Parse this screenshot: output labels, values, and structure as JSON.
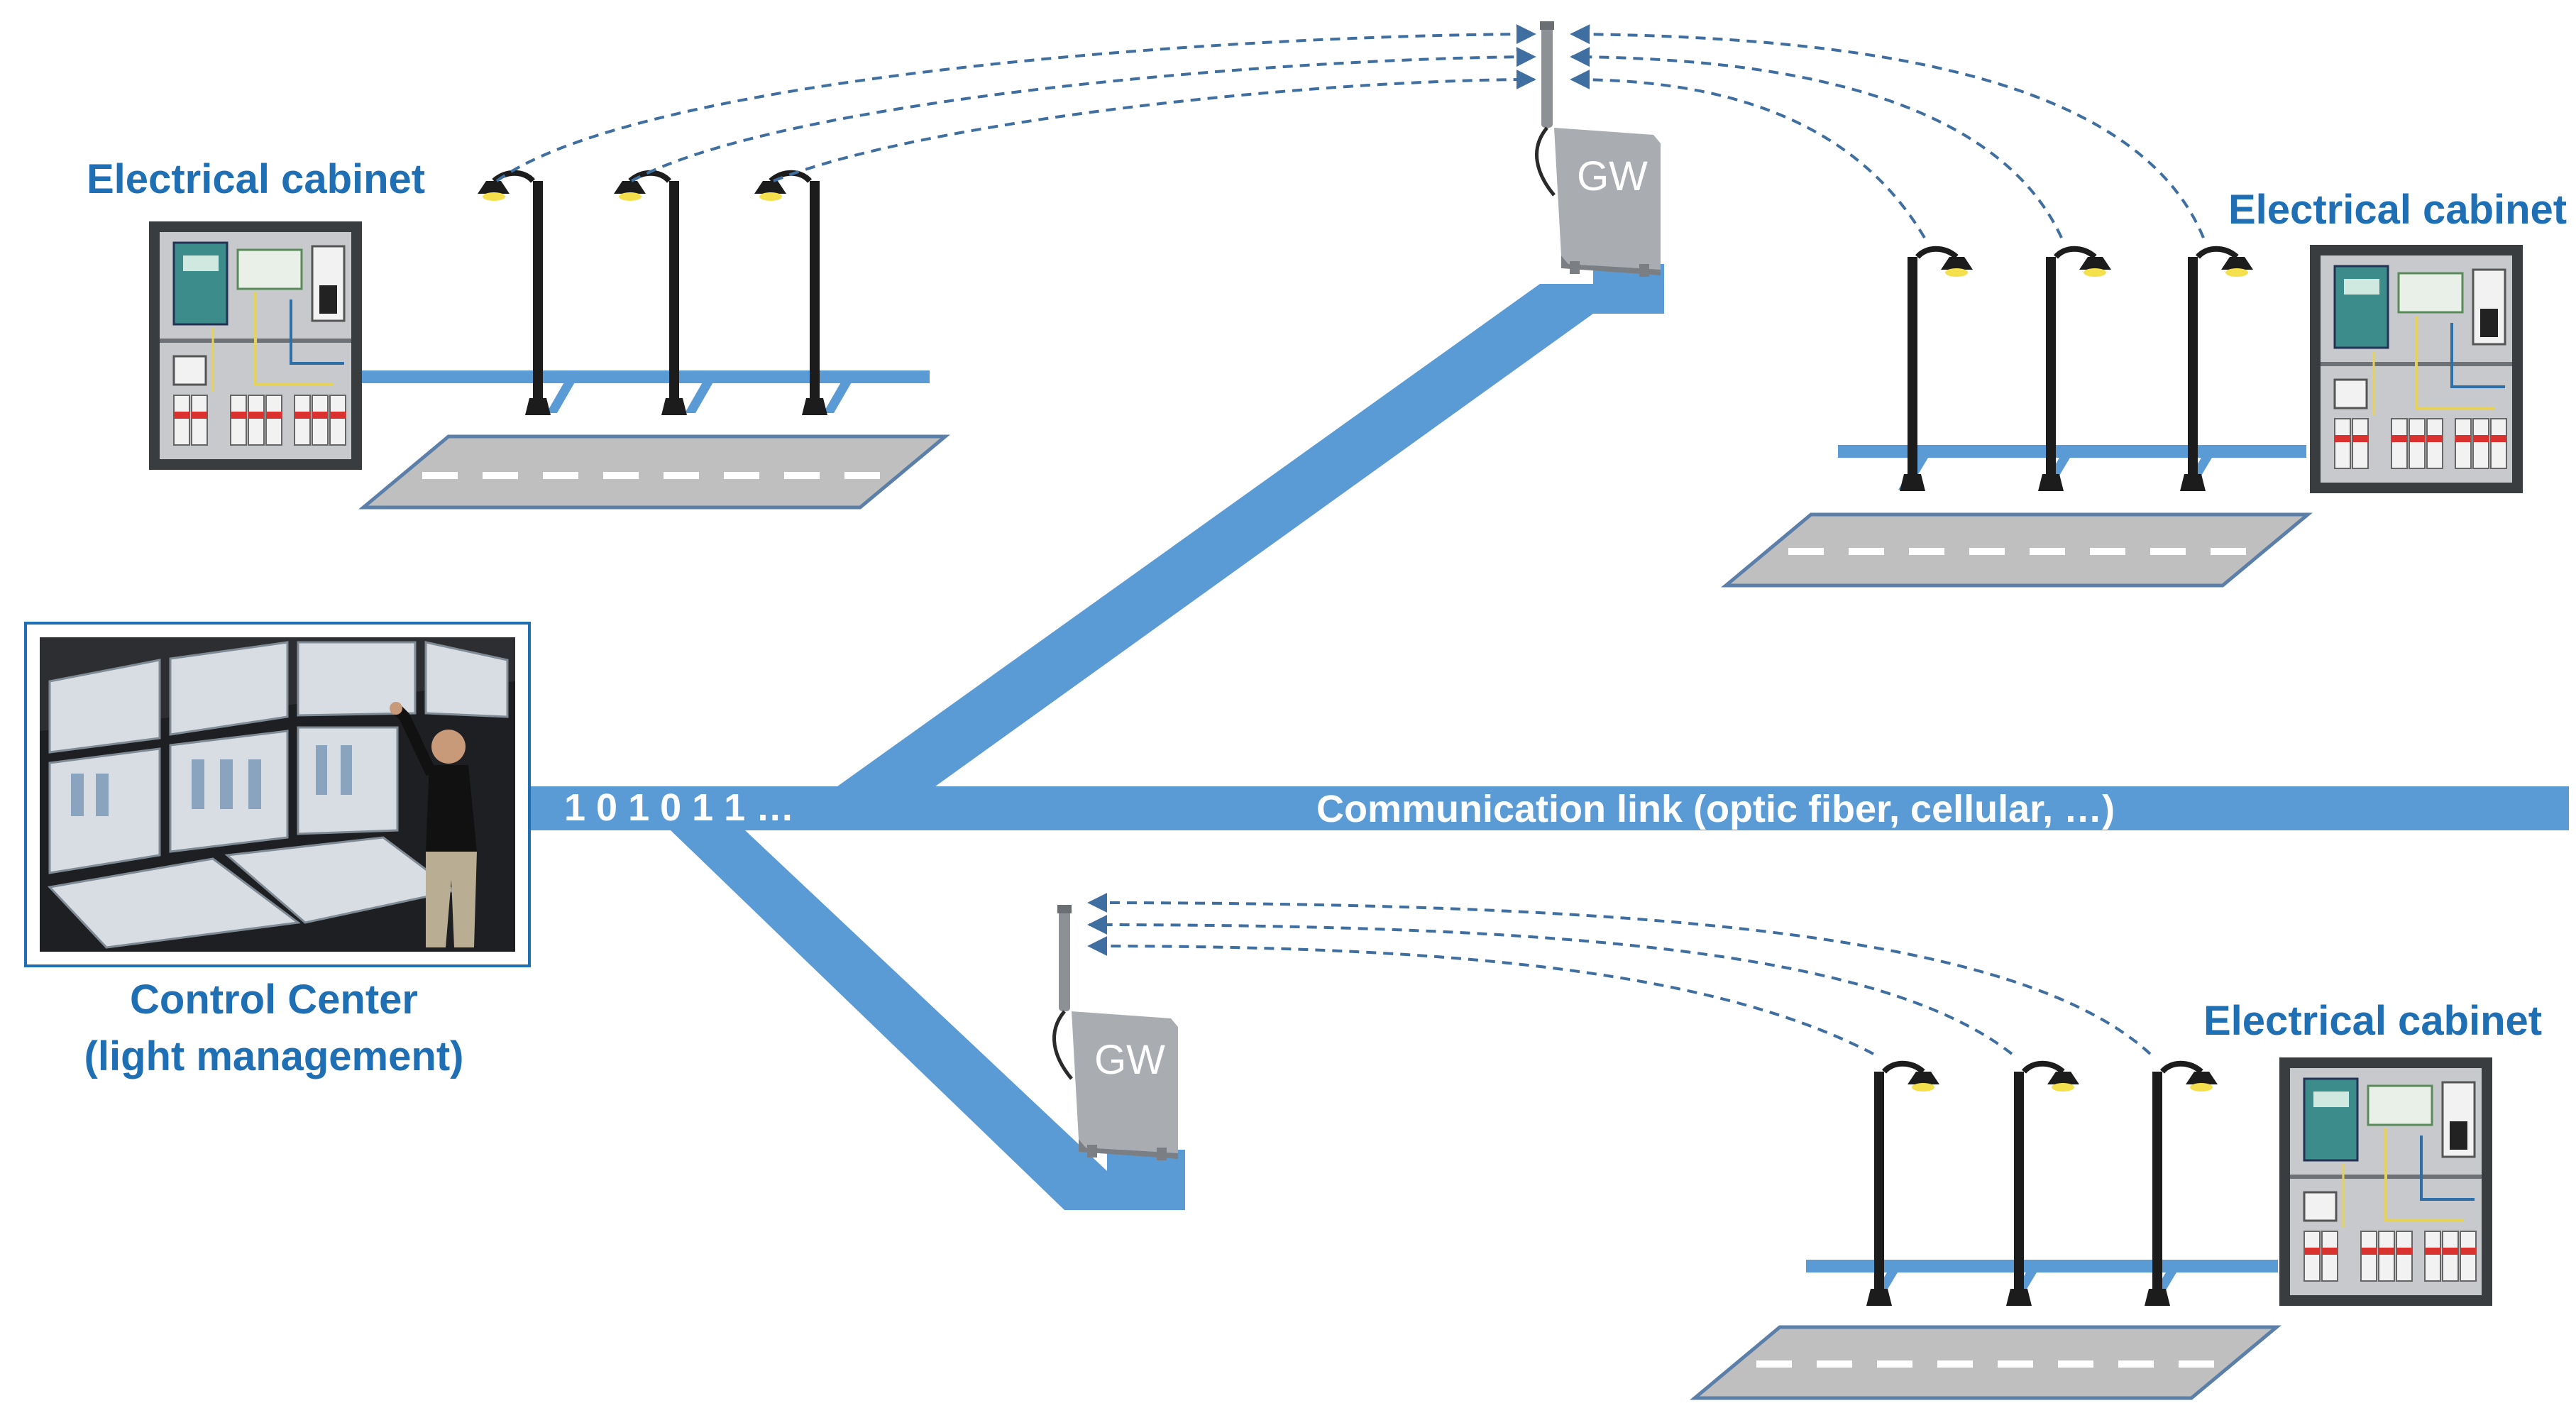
{
  "labels": {
    "cabinet_top_left": "Electrical cabinet",
    "cabinet_top_right": "Electrical cabinet",
    "cabinet_bottom_right": "Electrical cabinet",
    "control_center_line1": "Control Center",
    "control_center_line2": "(light management)",
    "bits": "1 0 1 0 1 1  …",
    "link": "Communication link (optic fiber, cellular, …)",
    "gateway_top": "GW",
    "gateway_bottom": "GW"
  },
  "colors": {
    "link_blue": "#5b9bd5",
    "label_blue": "#1f6fb5",
    "dashed_signal": "#3f6ea0",
    "road_gray": "#bfbfbf",
    "gateway_gray": "#a9adb2",
    "cabinet_dark": "#3a3d40"
  },
  "icons": [
    "street-lamp-icon",
    "gateway-antenna-icon",
    "electrical-cabinet-icon",
    "road-icon",
    "control-room-photo"
  ]
}
